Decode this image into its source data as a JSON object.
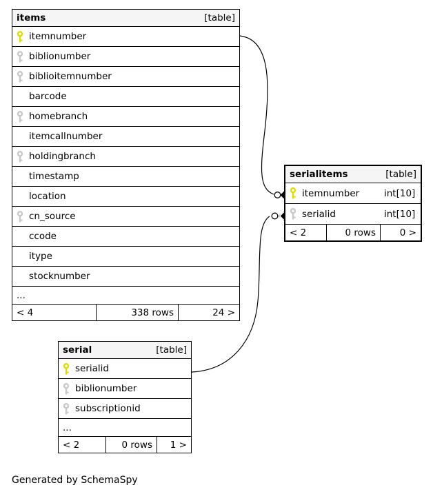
{
  "diagram": {
    "generated_by": "Generated by SchemaSpy"
  },
  "colors": {
    "border": "#000000",
    "header_bg": "#f5f5f5",
    "pk_key": "#dcdc00",
    "fk_key": "#c8c8c8"
  },
  "tables": {
    "items": {
      "name": "items",
      "type_label": "[table]",
      "columns": [
        {
          "label": "itemnumber",
          "key": "primary"
        },
        {
          "label": "biblionumber",
          "key": "index"
        },
        {
          "label": "biblioitemnumber",
          "key": "index"
        },
        {
          "label": "barcode",
          "key": "none"
        },
        {
          "label": "homebranch",
          "key": "index"
        },
        {
          "label": "itemcallnumber",
          "key": "none"
        },
        {
          "label": "holdingbranch",
          "key": "index"
        },
        {
          "label": "timestamp",
          "key": "none"
        },
        {
          "label": "location",
          "key": "none"
        },
        {
          "label": "cn_source",
          "key": "index"
        },
        {
          "label": "ccode",
          "key": "none"
        },
        {
          "label": "itype",
          "key": "none"
        },
        {
          "label": "stocknumber",
          "key": "none"
        }
      ],
      "ellipsis": "...",
      "footer": {
        "left": "< 4",
        "center": "338 rows",
        "right": "24 >"
      }
    },
    "serialitems": {
      "name": "serialitems",
      "type_label": "[table]",
      "columns": [
        {
          "label": "itemnumber",
          "type": "int[10]",
          "key": "primary"
        },
        {
          "label": "serialid",
          "type": "int[10]",
          "key": "index"
        }
      ],
      "footer": {
        "left": "< 2",
        "center": "0 rows",
        "right": "0 >"
      }
    },
    "serial": {
      "name": "serial",
      "type_label": "[table]",
      "columns": [
        {
          "label": "serialid",
          "key": "primary"
        },
        {
          "label": "biblionumber",
          "key": "index"
        },
        {
          "label": "subscriptionid",
          "key": "index"
        }
      ],
      "ellipsis": "...",
      "footer": {
        "left": "< 2",
        "center": "0 rows",
        "right": "1 >"
      }
    }
  },
  "relationships": [
    {
      "from_table": "items",
      "from_column": "itemnumber",
      "to_table": "serialitems",
      "to_column": "itemnumber"
    },
    {
      "from_table": "serial",
      "from_column": "serialid",
      "to_table": "serialitems",
      "to_column": "serialid"
    }
  ]
}
